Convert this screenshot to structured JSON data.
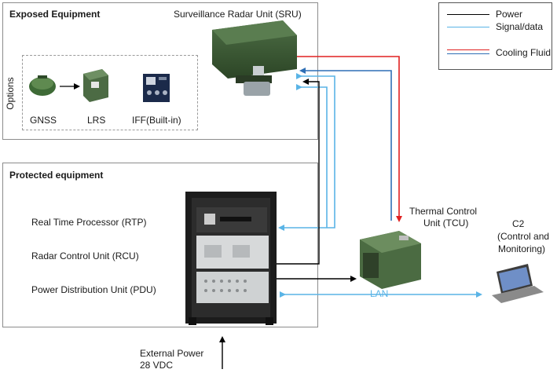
{
  "exposed": {
    "title": "Exposed Equipment",
    "sru_label": "Surveillance Radar Unit (SRU)",
    "options_label": "Options",
    "options": [
      "GNSS",
      "LRS",
      "IFF(Built-in)"
    ]
  },
  "protected": {
    "title": "Protected equipment",
    "units": [
      "Real Time Processor (RTP)",
      "Radar Control Unit (RCU)",
      "Power Distribution Unit (PDU)"
    ]
  },
  "legend": {
    "items": [
      {
        "label": "Power",
        "color": "#000000"
      },
      {
        "label": "Signal/data",
        "color": "#5ab4e6"
      },
      {
        "label": "Cooling Fluid",
        "colors": [
          "#e02020",
          "#2f6fb5"
        ]
      }
    ]
  },
  "tcu": {
    "line1": "Thermal Control",
    "line2": "Unit (TCU)"
  },
  "c2": {
    "line1": "C2",
    "line2": "(Control and",
    "line3": "Monitoring)"
  },
  "lan_label": "LAN",
  "external_power": {
    "line1": "External Power",
    "line2": "28 VDC"
  },
  "colors": {
    "power": "#000000",
    "signal": "#5ab4e6",
    "cooling_hot": "#e02020",
    "cooling_cold": "#2f6fb5",
    "equipment_green": "#3f5e3a"
  }
}
